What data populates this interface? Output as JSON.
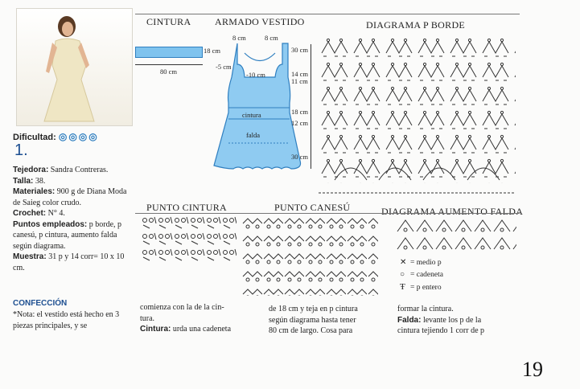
{
  "headers": {
    "cintura": "CINTURA",
    "armado": "ARMADO VESTIDO",
    "borde": "DIAGRAMA P BORDE",
    "punto_cintura": "PUNTO CINTURA",
    "punto_canesu": "PUNTO CANESÚ",
    "aumento_falda": "DIAGRAMA AUMENTO FALDA"
  },
  "cintura_diagram": {
    "height_label": "18 cm",
    "width_label": "80 cm"
  },
  "dress_diagram": {
    "top_left": "8 cm",
    "top_right": "8 cm",
    "minus5": "-5 cm",
    "minus10": "-10 cm",
    "r30a": "30 cm",
    "r14": "14 cm",
    "r11": "11 cm",
    "r18": "18 cm",
    "r12": "12 cm",
    "r30b": "30 cm",
    "cintura": "cintura",
    "falda": "falda"
  },
  "legend": {
    "medio": "= medio p",
    "cadeneta": "= cadeneta",
    "entero": "= p entero"
  },
  "left": {
    "dificultad": "Dificultad:",
    "number": "1.",
    "tejedora_k": "Tejedora:",
    "tejedora_v": " Sandra Contreras.",
    "talla_k": "Talla:",
    "talla_v": " 38.",
    "materiales_k": "Materiales:",
    "materiales_v": " 900 g de Diana Moda de Saieg color crudo.",
    "crochet_k": "Crochet:",
    "crochet_v": " N° 4.",
    "puntos_k": "Puntos empleados:",
    "puntos_v": " p borde, p canesú, p cintura, aumento falda según diagrama.",
    "muestra_k": "Muestra:",
    "muestra_v": " 31 p y 14 corr= 10 x 10 cm.",
    "confeccion": "CONFECCIÓN",
    "nota": "*Nota: el vestido está hecho en 3 piezas principales, y se"
  },
  "bottom": {
    "c2a": "comienza con la de la cin-",
    "c2b": "tura.",
    "c2c_k": "Cintura:",
    "c2c_v": " urda una cadeneta",
    "c3a": "de 18 cm y teja en p cintura",
    "c3b": "según diagrama hasta tener",
    "c3c": "80 cm de largo. Cosa para",
    "c4a": "formar la cintura.",
    "c4b_k": "Falda:",
    "c4b_v": " levante los p de la",
    "c4c": "cintura tejiendo 1 corr de p"
  },
  "page_number": "19",
  "colors": {
    "blue": "#7fc3ee",
    "blue_dark": "#2f7fc0",
    "accent": "#1d4f91"
  }
}
